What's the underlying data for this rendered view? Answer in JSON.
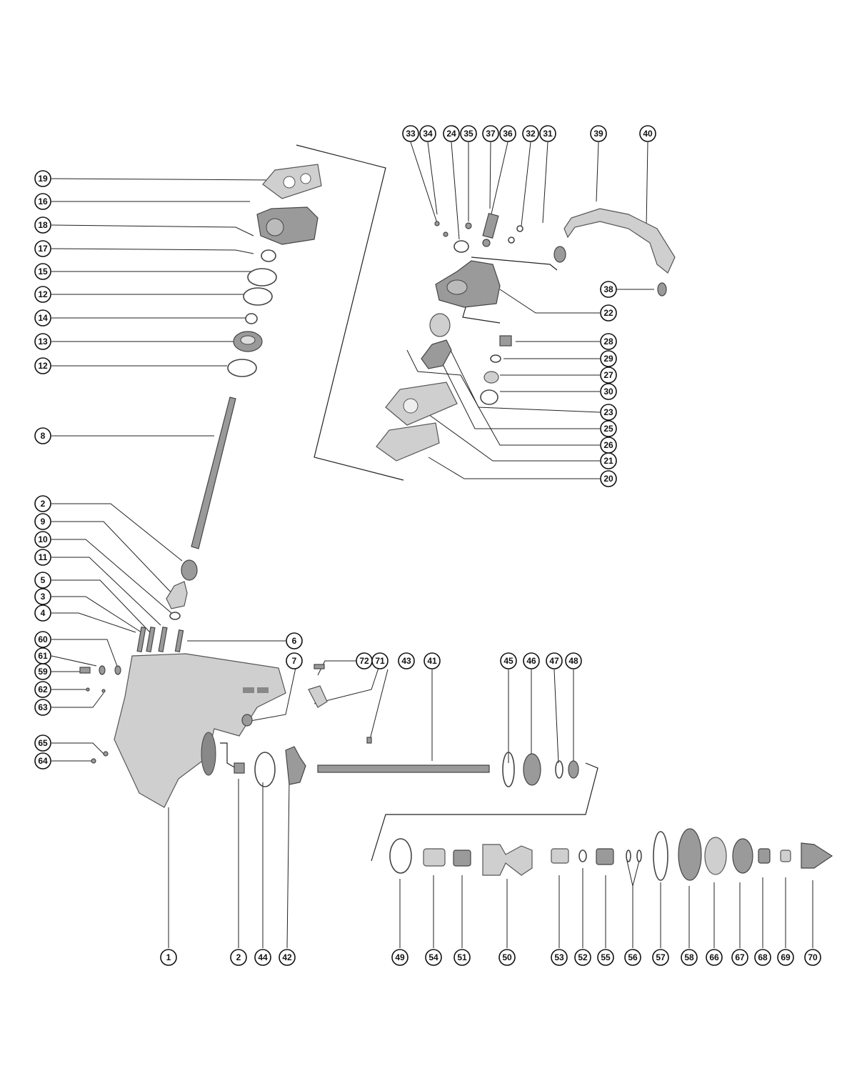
{
  "callouts": {
    "c19": "19",
    "c16": "16",
    "c18": "18",
    "c17": "17",
    "c15": "15",
    "c12a": "12",
    "c14": "14",
    "c13": "13",
    "c12b": "12",
    "c8": "8",
    "c2a": "2",
    "c9": "9",
    "c10": "10",
    "c11": "11",
    "c5": "5",
    "c3": "3",
    "c4": "4",
    "c60": "60",
    "c61": "61",
    "c59": "59",
    "c62": "62",
    "c63": "63",
    "c65": "65",
    "c64": "64",
    "c6": "6",
    "c7": "7",
    "c72": "72",
    "c71": "71",
    "c43": "43",
    "c41": "41",
    "c45": "45",
    "c46": "46",
    "c47": "47",
    "c48": "48",
    "c33": "33",
    "c34": "34",
    "c24": "24",
    "c35": "35",
    "c37": "37",
    "c36": "36",
    "c32": "32",
    "c31": "31",
    "c39": "39",
    "c40": "40",
    "c38": "38",
    "c22": "22",
    "c28": "28",
    "c29": "29",
    "c27": "27",
    "c30": "30",
    "c23": "23",
    "c25": "25",
    "c26": "26",
    "c21": "21",
    "c20": "20",
    "c1": "1",
    "c2b": "2",
    "c44": "44",
    "c42": "42",
    "c49": "49",
    "c54": "54",
    "c51": "51",
    "c50": "50",
    "c53": "53",
    "c52": "52",
    "c55": "55",
    "c56": "56",
    "c57": "57",
    "c58": "58",
    "c66": "66",
    "c67": "67",
    "c68": "68",
    "c69": "69",
    "c70": "70"
  }
}
